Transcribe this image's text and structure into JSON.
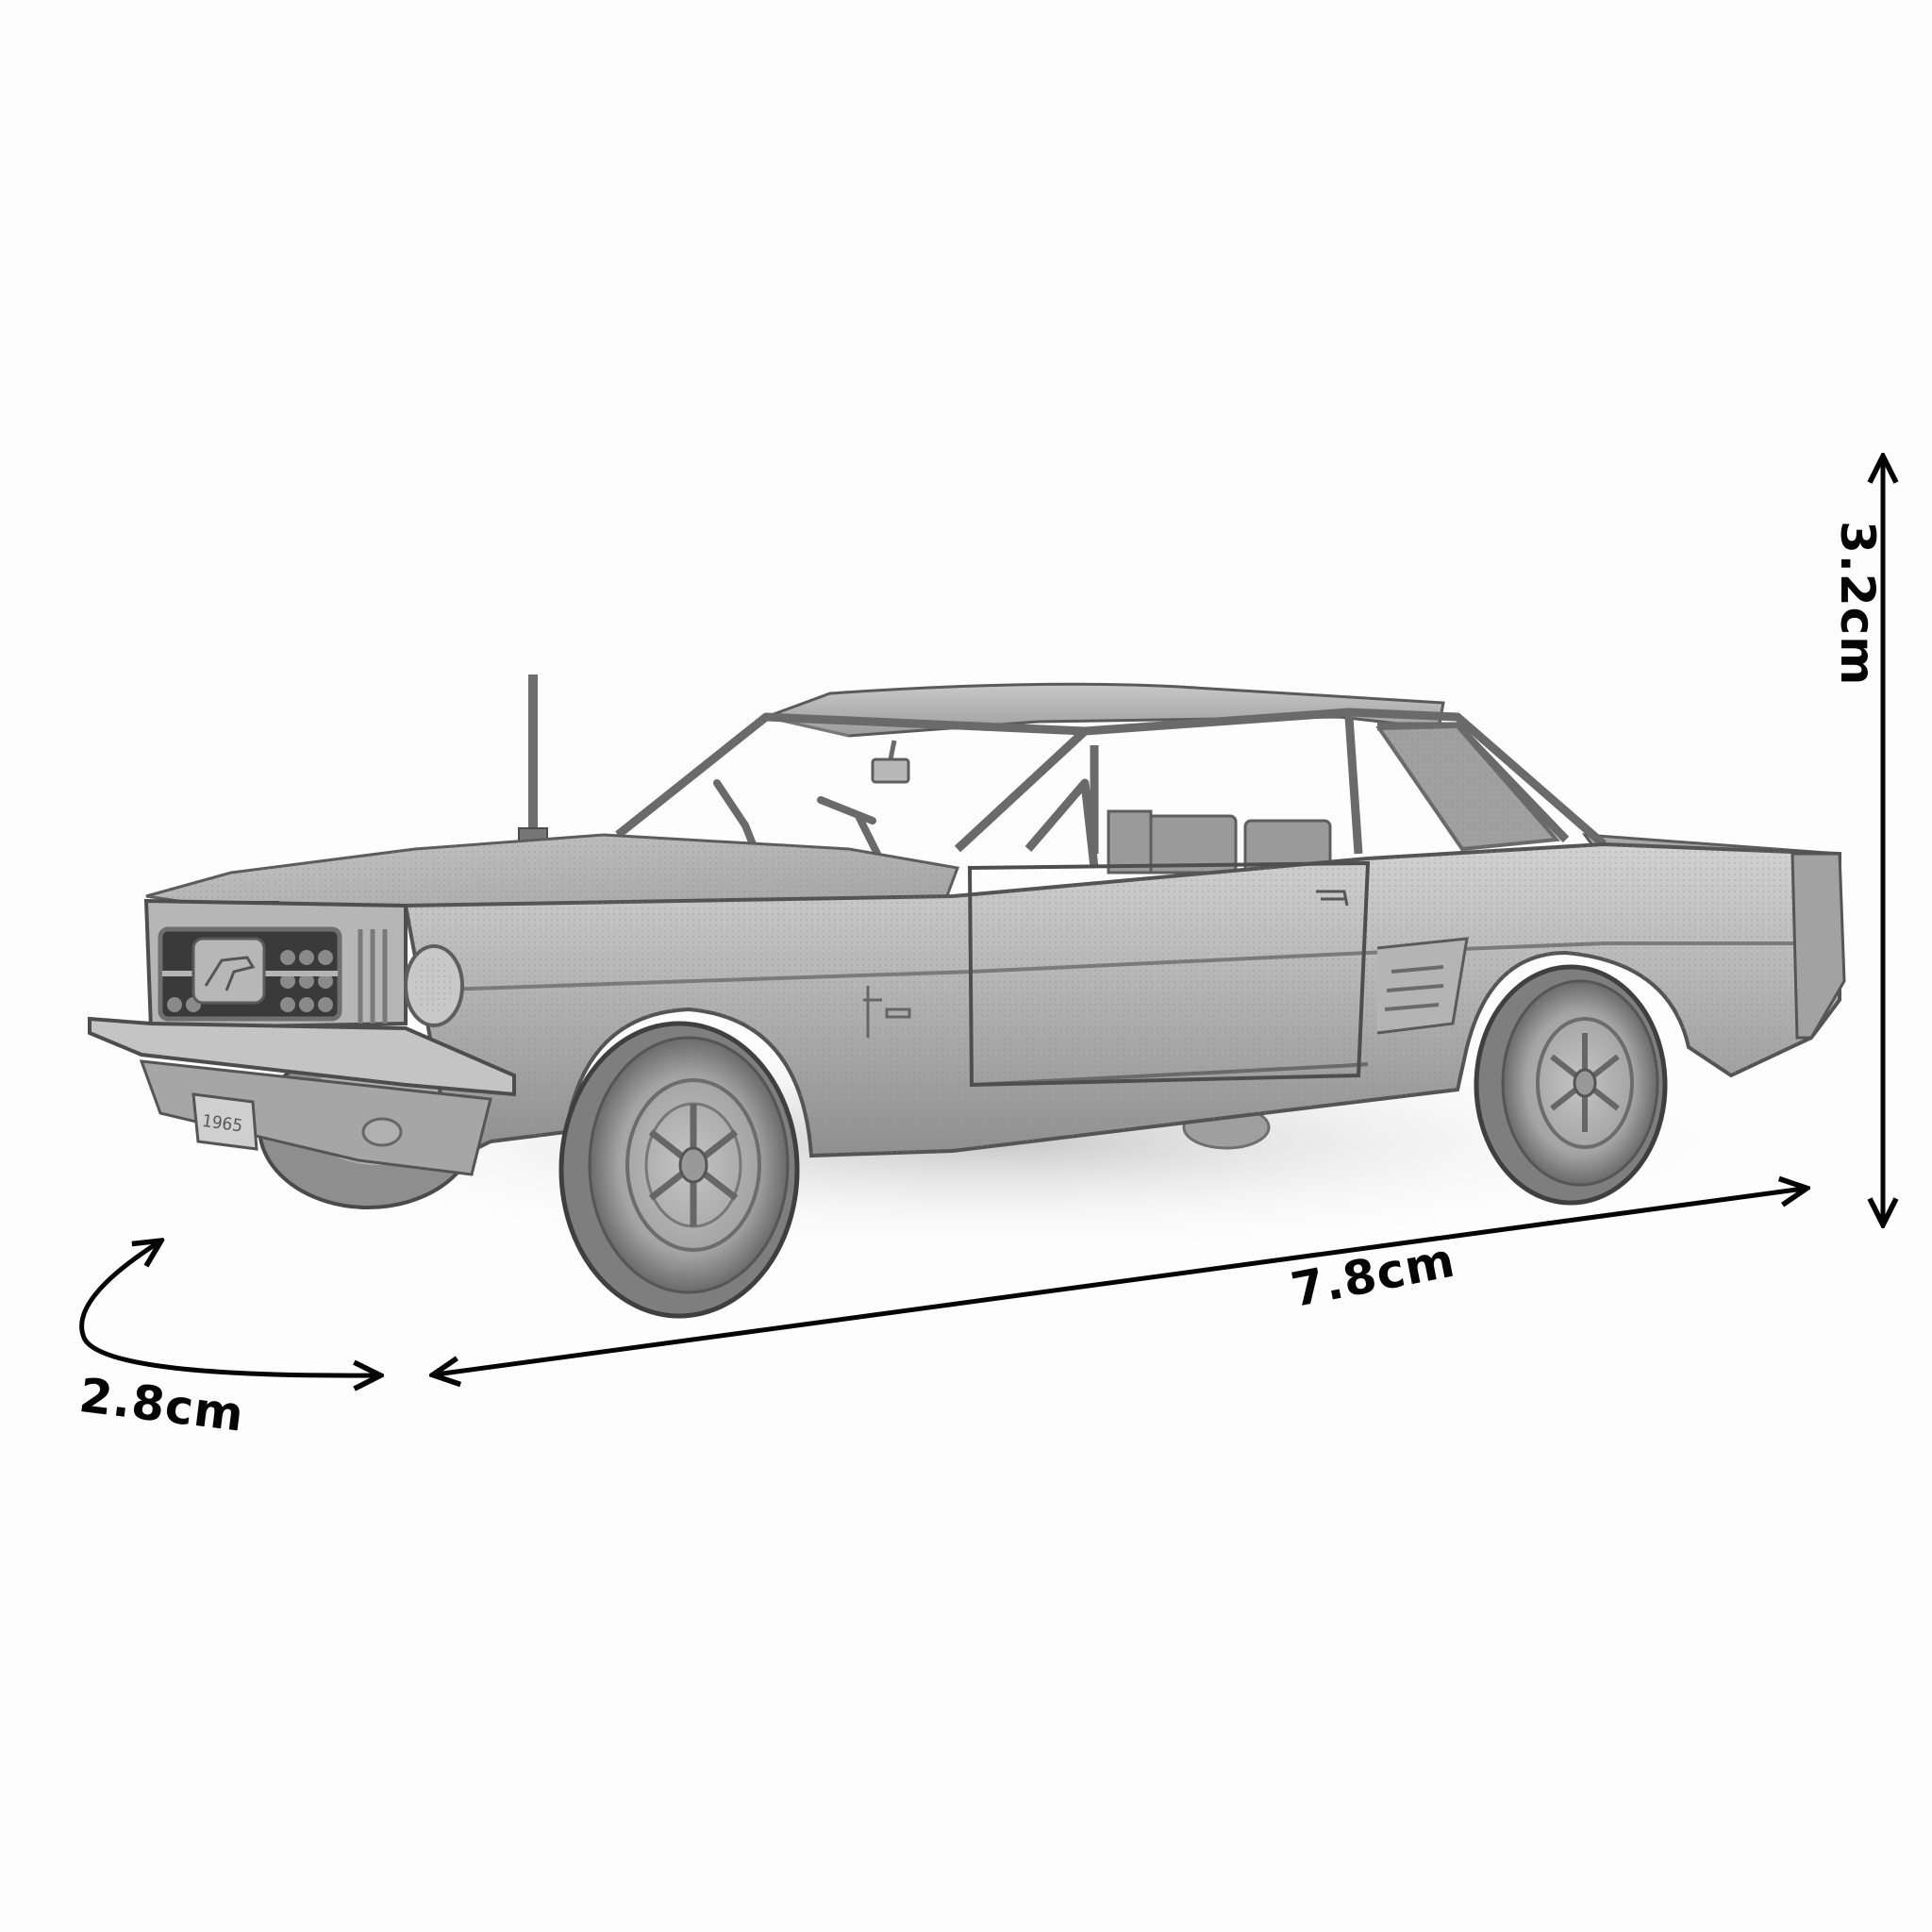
{
  "image": {
    "subject": "Assembled 3D metal model kit of a classic 1960s coupe (pony car) shown in three-quarter front view",
    "background_color": "#fdfdfd",
    "model_color": "#b9b9b9"
  },
  "dimensions": {
    "length": {
      "label": "7.8cm",
      "axis": "length"
    },
    "width": {
      "label": "2.8cm",
      "axis": "width"
    },
    "height": {
      "label": "3.2cm",
      "axis": "height"
    }
  },
  "model": {
    "front_plate_text": "1965",
    "features": [
      "antenna",
      "grille-with-pony-emblem",
      "round-headlight",
      "front-bumper",
      "windshield",
      "rearview-mirror",
      "wipers",
      "door",
      "side-scoop",
      "fender-emblem",
      "spoked-hubcap-wheels"
    ]
  },
  "colors": {
    "annotation": "#050505",
    "metal_light": "#d6d6d6",
    "metal_mid": "#a9a9a9",
    "metal_dark": "#5c5c5c",
    "shadow": "#cfcfcf"
  }
}
